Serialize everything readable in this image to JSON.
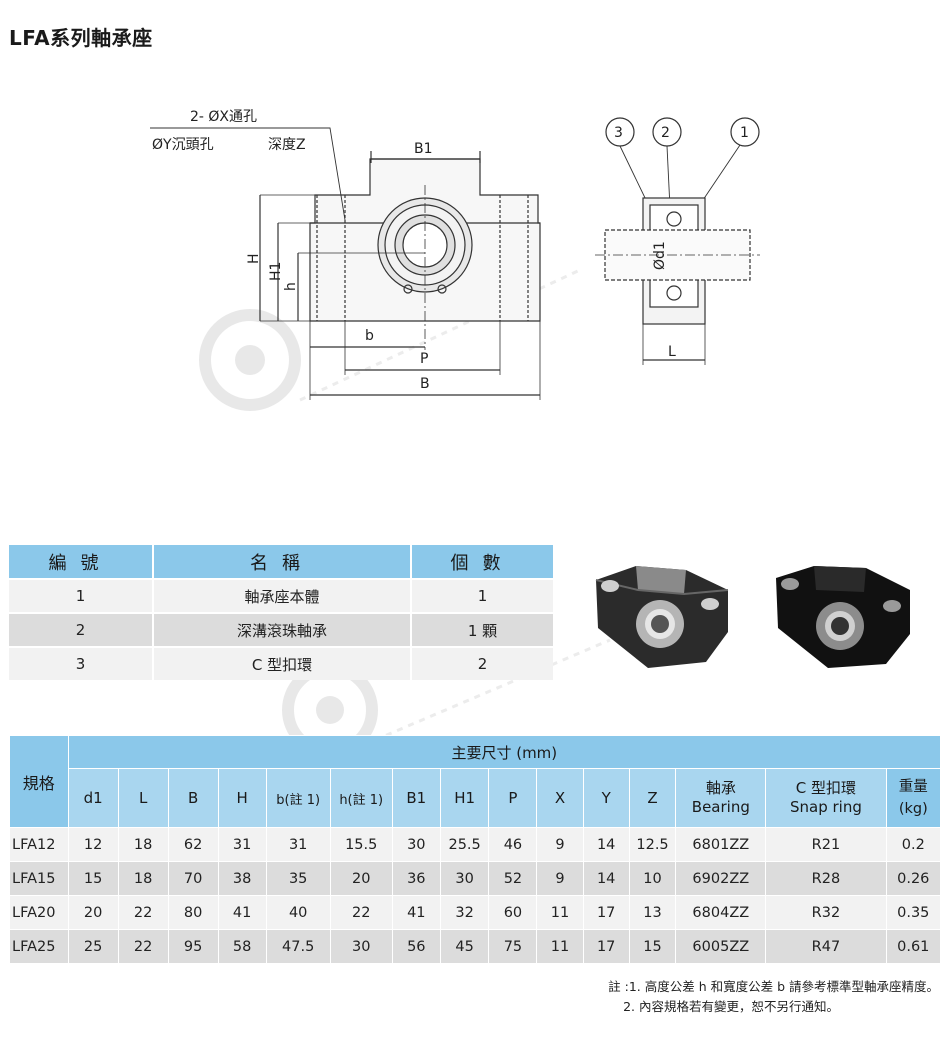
{
  "page": {
    "title": "LFA系列軸承座"
  },
  "drawing": {
    "labels": {
      "holes": "2- ØX通孔",
      "counterbore": "ØY沉頭孔",
      "depth": "深度Z",
      "b1": "B1",
      "h": "H",
      "h1": "H1",
      "h_small": "h",
      "b_small": "b",
      "p": "P",
      "b": "B",
      "d1": "Ød1",
      "l": "L"
    },
    "callouts": [
      "3",
      "2",
      "1"
    ]
  },
  "parts": {
    "headers": [
      "編號",
      "名稱",
      "個數"
    ],
    "rows": [
      {
        "no": "1",
        "name": "軸承座本體",
        "qty": "1"
      },
      {
        "no": "2",
        "name": "深溝滾珠軸承",
        "qty": "1 顆"
      },
      {
        "no": "3",
        "name": "C 型扣環",
        "qty": "2"
      }
    ]
  },
  "spec": {
    "corner": "規格",
    "group_title": "主要尺寸 (mm)",
    "columns": [
      "d1",
      "L",
      "B",
      "H",
      "b(註 1)",
      "h(註 1)",
      "B1",
      "H1",
      "P",
      "X",
      "Y",
      "Z"
    ],
    "bearing_head": [
      "軸承",
      "Bearing"
    ],
    "snap_head": [
      "C 型扣環",
      "Snap ring"
    ],
    "weight_head": [
      "重量",
      "(kg)"
    ],
    "rows": [
      {
        "model": "LFA12",
        "d1": "12",
        "L": "18",
        "B": "62",
        "H": "31",
        "b": "31",
        "h": "15.5",
        "B1": "30",
        "H1": "25.5",
        "P": "46",
        "X": "9",
        "Y": "14",
        "Z": "12.5",
        "bearing": "6801ZZ",
        "snap": "R21",
        "weight": "0.2"
      },
      {
        "model": "LFA15",
        "d1": "15",
        "L": "18",
        "B": "70",
        "H": "38",
        "b": "35",
        "h": "20",
        "B1": "36",
        "H1": "30",
        "P": "52",
        "X": "9",
        "Y": "14",
        "Z": "10",
        "bearing": "6902ZZ",
        "snap": "R28",
        "weight": "0.26"
      },
      {
        "model": "LFA20",
        "d1": "20",
        "L": "22",
        "B": "80",
        "H": "41",
        "b": "40",
        "h": "22",
        "B1": "41",
        "H1": "32",
        "P": "60",
        "X": "11",
        "Y": "17",
        "Z": "13",
        "bearing": "6804ZZ",
        "snap": "R32",
        "weight": "0.35"
      },
      {
        "model": "LFA25",
        "d1": "25",
        "L": "22",
        "B": "95",
        "H": "58",
        "b": "47.5",
        "h": "30",
        "B1": "56",
        "H1": "45",
        "P": "75",
        "X": "11",
        "Y": "17",
        "Z": "15",
        "bearing": "6005ZZ",
        "snap": "R47",
        "weight": "0.61"
      }
    ]
  },
  "notes": [
    "註 :1. 高度公差 h 和寬度公差 b 請參考標準型軸承座精度。",
    "2. 內容規格若有變更，恕不另行通知。"
  ],
  "colors": {
    "header_blue": "#8bc8ea",
    "light_blue": "#a9d6ef",
    "row_light": "#f2f2f2",
    "row_dark": "#dcdcdc"
  }
}
